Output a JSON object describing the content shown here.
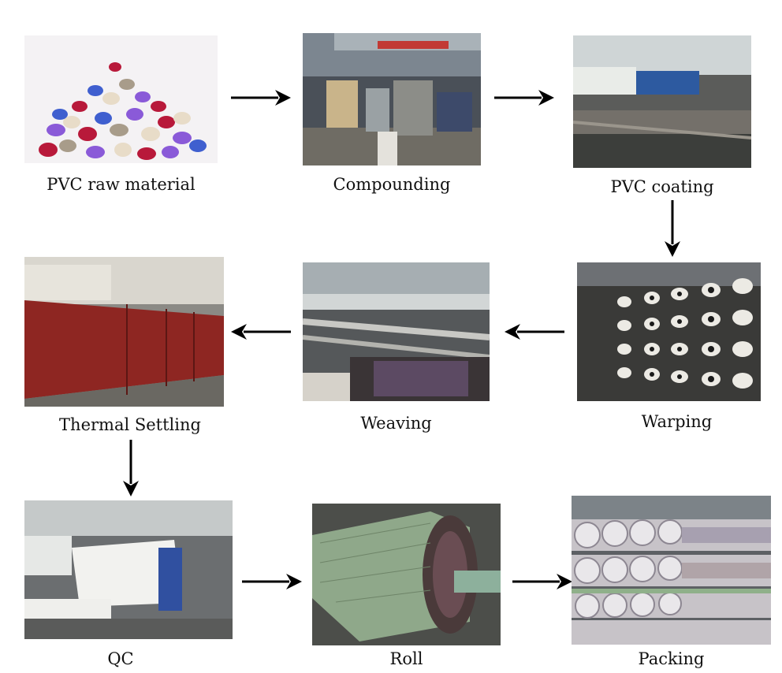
{
  "steps": [
    {
      "label": "PVC raw material"
    },
    {
      "label": "Compounding"
    },
    {
      "label": "PVC coating"
    },
    {
      "label": "Warping"
    },
    {
      "label": "Weaving"
    },
    {
      "label": "Thermal Settling"
    },
    {
      "label": "QC"
    },
    {
      "label": "Roll"
    },
    {
      "label": "Packing"
    }
  ],
  "colors": {
    "arrow": "#000000",
    "label": "#111111",
    "oven_red": "#8e2622",
    "pellet_purple": "#8a5ad8",
    "pellet_red": "#b8193a",
    "fabric_green": "#8fa88a"
  }
}
